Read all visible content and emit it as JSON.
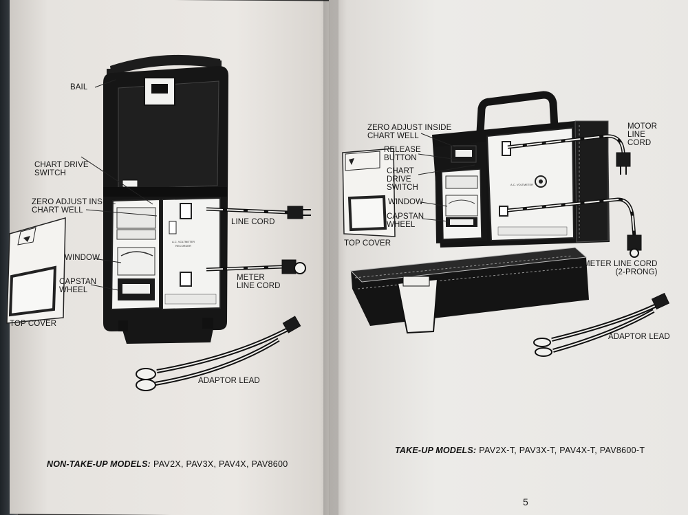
{
  "left_page": {
    "labels": {
      "bail": "BAIL",
      "chart_drive_switch": "CHART DRIVE\nSWITCH",
      "zero_adjust": "ZERO ADJUST INSIDE\nCHART WELL",
      "window": "WINDOW",
      "capstan_wheel": "CAPSTAN\nWHEEL",
      "top_cover": "TOP COVER",
      "line_cord": "LINE CORD",
      "meter_line_cord": "METER\nLINE CORD",
      "adaptor_lead": "ADAPTOR LEAD"
    },
    "models_prefix": "NON-TAKE-UP MODELS:",
    "models_list": "PAV2X, PAV3X, PAV4X, PAV8600"
  },
  "right_page": {
    "labels": {
      "zero_adjust": "ZERO ADJUST INSIDE\nCHART WELL",
      "release_button": "RELEASE\nBUTTON",
      "chart_drive_switch": "CHART\nDRIVE\nSWITCH",
      "window": "WINDOW",
      "capstan_wheel": "CAPSTAN\nWHEEL",
      "top_cover": "TOP COVER",
      "motor_line_cord": "MOTOR\nLINE\nCORD",
      "meter_line_cord": "METER LINE CORD\n(2-PRONG)",
      "adaptor_lead": "ADAPTOR LEAD"
    },
    "models_prefix": "TAKE-UP MODELS:",
    "models_list": "PAV2X-T, PAV3X-T, PAV4X-T, PAV8600-T",
    "page_number": "5"
  },
  "colors": {
    "ink": "#141414",
    "paper": "#ebe8e4",
    "cover": "#2f353a"
  }
}
